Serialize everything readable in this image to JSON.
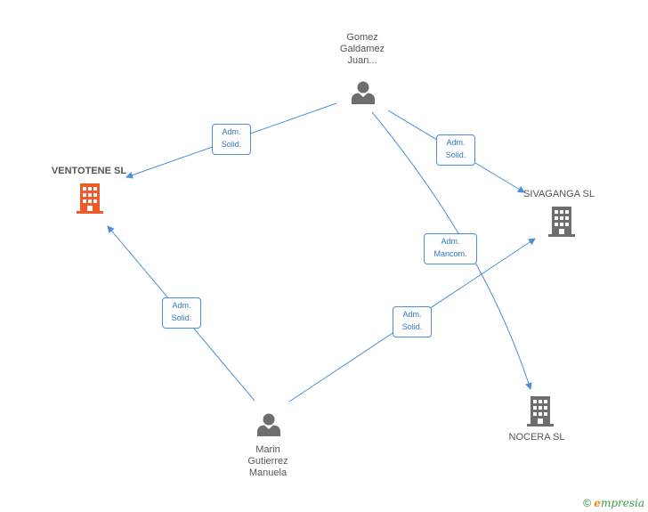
{
  "colors": {
    "edge": "#4a8fd9",
    "person": "#6e6e6e",
    "company": "#6e6e6e",
    "company_highlight": "#f05a28"
  },
  "nodes": {
    "gomez": {
      "label": "Gomez\nGaldamez\nJuan...",
      "icon": "person-icon"
    },
    "marin": {
      "label": "Marin\nGutierrez\nManuela",
      "icon": "person-icon"
    },
    "ventotene": {
      "label": "VENTOTENE SL",
      "icon": "building-icon"
    },
    "sivaganga": {
      "label": "SIVAGANGA SL",
      "icon": "building-icon"
    },
    "nocera": {
      "label": "NOCERA SL",
      "icon": "building-icon"
    }
  },
  "edges": {
    "gomez_ventotene": "Adm.\nSolid.",
    "gomez_sivaganga": "Adm.\nSolid.",
    "gomez_nocera": "Adm.\nMancom.",
    "marin_ventotene": "Adm.\nSolid.",
    "marin_sivaganga": "Adm.\nSolid."
  },
  "footer": {
    "copyright": "©",
    "brand_initial": "e",
    "brand_rest": "mpresia"
  }
}
